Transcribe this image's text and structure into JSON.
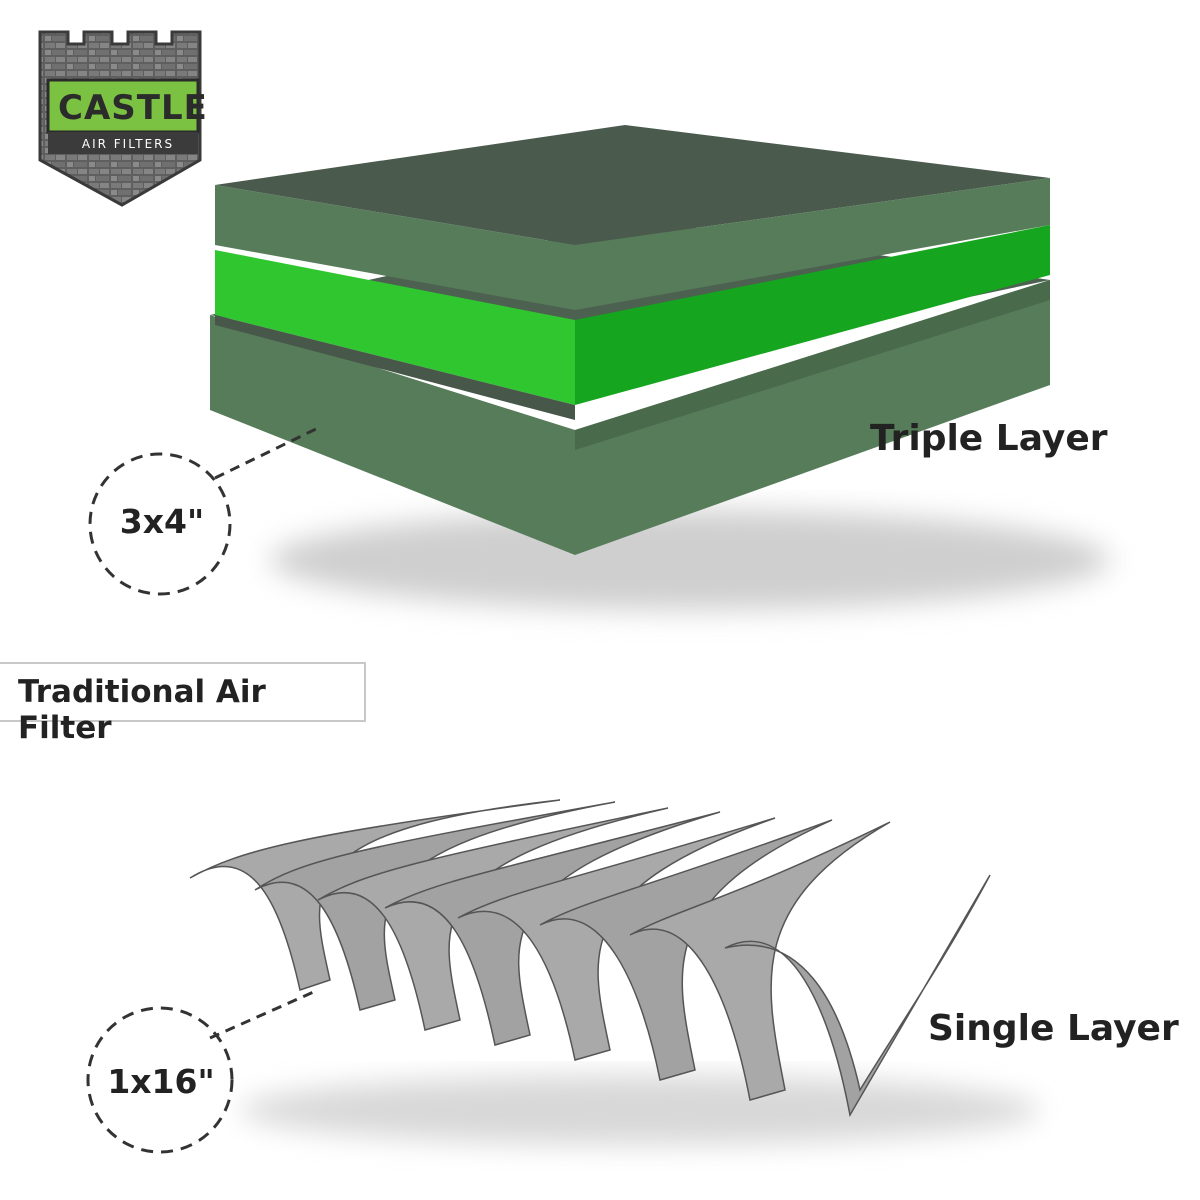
{
  "logo": {
    "brand": "CASTLE",
    "tagline": "AIR FILTERS",
    "colors": {
      "badge_dark": "#3b3b3b",
      "badge_green": "#7bc142",
      "stone": "#6e6e6e"
    }
  },
  "castle_filter": {
    "label": "Triple Layer",
    "dimension": "3x4\"",
    "colors": {
      "top_face": "#4a5a4c",
      "outer_layer": "#577c5a",
      "middle_layer": "#2fc62f"
    }
  },
  "traditional_filter": {
    "section_title": "Traditional Air Filter",
    "label": "Single Layer",
    "dimension": "1x16\"",
    "colors": {
      "pleat": "#a9a9a9",
      "pleat_shadow": "#8c8c8c"
    }
  }
}
